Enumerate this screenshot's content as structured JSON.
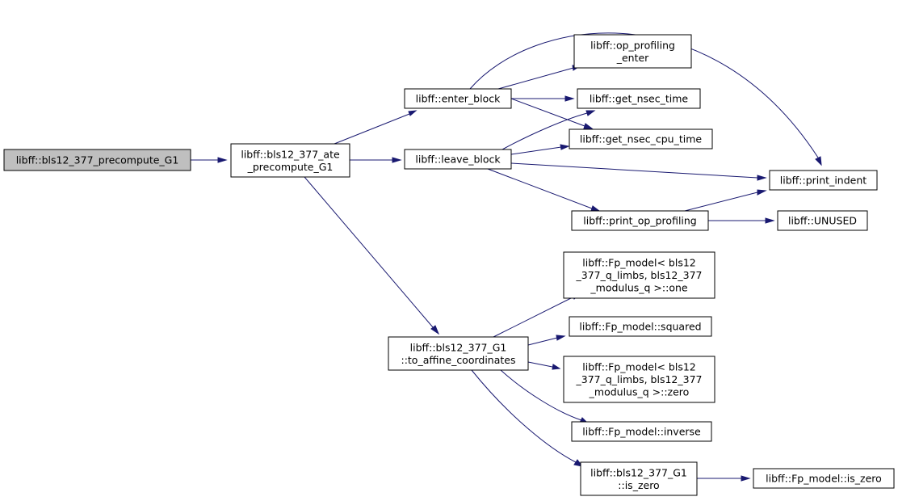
{
  "nodes": {
    "root": [
      "libff::bls12_377_precompute_G1"
    ],
    "ate": [
      "libff::bls12_377_ate",
      "_precompute_G1"
    ],
    "enter_block": [
      "libff::enter_block"
    ],
    "leave_block": [
      "libff::leave_block"
    ],
    "op_prof_enter": [
      "libff::op_profiling",
      "_enter"
    ],
    "nsec_time": [
      "libff::get_nsec_time"
    ],
    "nsec_cpu": [
      "libff::get_nsec_cpu_time"
    ],
    "print_indent": [
      "libff::print_indent"
    ],
    "print_op_prof": [
      "libff::print_op_profiling"
    ],
    "unused": [
      "libff::UNUSED"
    ],
    "to_affine": [
      "libff::bls12_377_G1",
      "::to_affine_coordinates"
    ],
    "fp_one": [
      "libff::Fp_model< bls12",
      "_377_q_limbs, bls12_377",
      "_modulus_q >::one"
    ],
    "fp_squared": [
      "libff::Fp_model::squared"
    ],
    "fp_zero": [
      "libff::Fp_model< bls12",
      "_377_q_limbs, bls12_377",
      "_modulus_q >::zero"
    ],
    "fp_inverse": [
      "libff::Fp_model::inverse"
    ],
    "g1_is_zero": [
      "libff::bls12_377_G1",
      "::is_zero"
    ],
    "fp_is_zero": [
      "libff::Fp_model::is_zero"
    ]
  },
  "edges": [
    [
      "root",
      "ate"
    ],
    [
      "ate",
      "enter_block"
    ],
    [
      "ate",
      "leave_block"
    ],
    [
      "ate",
      "to_affine"
    ],
    [
      "enter_block",
      "op_prof_enter"
    ],
    [
      "enter_block",
      "nsec_time"
    ],
    [
      "enter_block",
      "nsec_cpu"
    ],
    [
      "enter_block",
      "print_indent"
    ],
    [
      "leave_block",
      "nsec_time"
    ],
    [
      "leave_block",
      "nsec_cpu"
    ],
    [
      "leave_block",
      "print_indent"
    ],
    [
      "leave_block",
      "print_op_prof"
    ],
    [
      "print_op_prof",
      "print_indent"
    ],
    [
      "print_op_prof",
      "unused"
    ],
    [
      "to_affine",
      "fp_one"
    ],
    [
      "to_affine",
      "fp_squared"
    ],
    [
      "to_affine",
      "fp_zero"
    ],
    [
      "to_affine",
      "fp_inverse"
    ],
    [
      "to_affine",
      "g1_is_zero"
    ],
    [
      "g1_is_zero",
      "fp_is_zero"
    ]
  ],
  "colors": {
    "edge": "#191970",
    "root_fill": "#bfbfbf",
    "node_fill": "#ffffff",
    "node_stroke": "#000000"
  }
}
